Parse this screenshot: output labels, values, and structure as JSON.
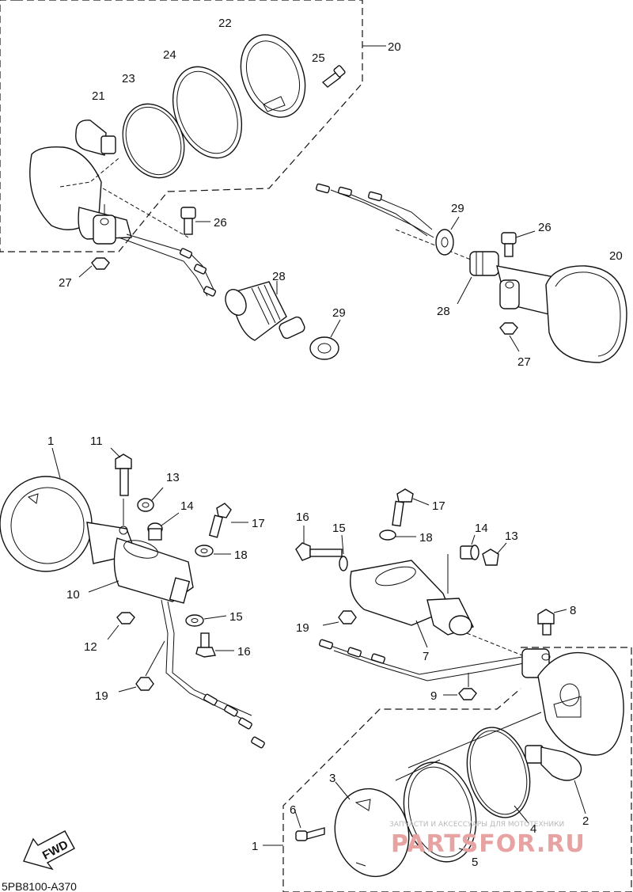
{
  "diagram": {
    "code": "5PB8100-A370",
    "fwd_label": "FWD",
    "labels": {
      "l20a": "20",
      "l22": "22",
      "l24": "24",
      "l25": "25",
      "l23": "23",
      "l21": "21",
      "l26a": "26",
      "l27a": "27",
      "l28a": "28",
      "l29a": "29",
      "l29b": "29",
      "l26b": "26",
      "l20b": "20",
      "l28b": "28",
      "l27b": "27",
      "l1a": "1",
      "l11": "11",
      "l13a": "13",
      "l14a": "14",
      "l17a": "17",
      "l18a": "18",
      "l10": "10",
      "l15a": "15",
      "l12": "12",
      "l16a": "16",
      "l19a": "19",
      "l16b": "16",
      "l15b": "15",
      "l17b": "17",
      "l18b": "18",
      "l14b": "14",
      "l13b": "13",
      "l19b": "19",
      "l7": "7",
      "l8": "8",
      "l9": "9",
      "l3": "3",
      "l6": "6",
      "l1b": "1",
      "l4": "4",
      "l2": "2",
      "l5": "5"
    }
  },
  "watermark": {
    "caption": "ЗАПЧАСТИ И АКСЕССУАРЫ ДЛЯ МОТОТЕХНИКИ",
    "brand": "PARTSFOR.RU"
  }
}
